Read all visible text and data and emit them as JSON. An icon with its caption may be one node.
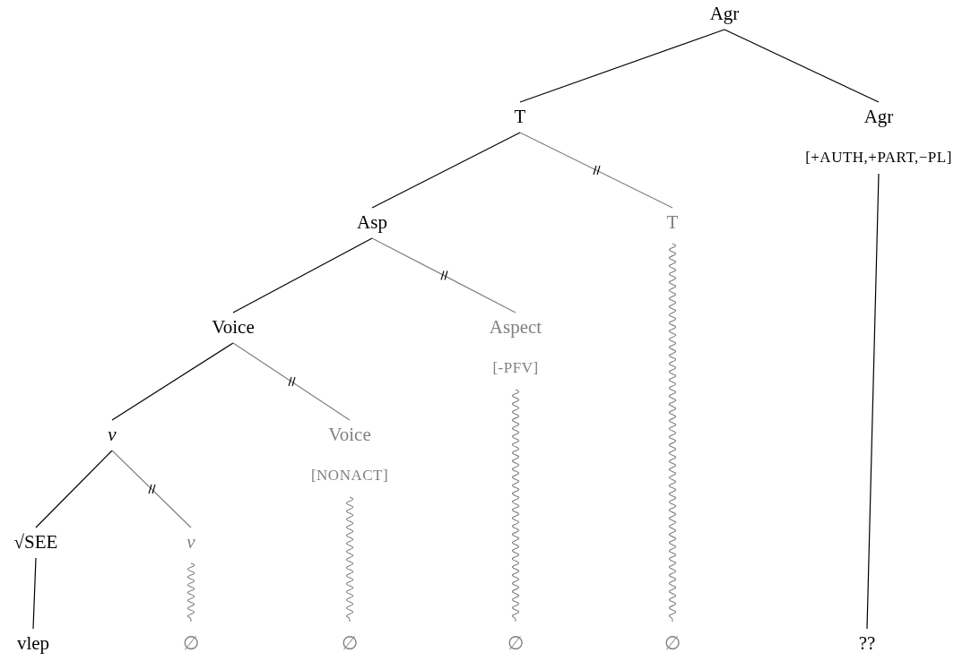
{
  "diagram": {
    "nodes": [
      {
        "text": [
          "Agr"
        ]
      },
      {
        "text": [
          "T"
        ]
      },
      {
        "text": [
          "Agr",
          "[+AUTH,+PART,−PL]"
        ]
      },
      {
        "text": [
          "Asp"
        ]
      },
      {
        "text": [
          "T"
        ]
      },
      {
        "text": [
          "Voice"
        ]
      },
      {
        "text": [
          "Aspect",
          "[-PFV]"
        ]
      },
      {
        "text": [
          "v"
        ]
      },
      {
        "text": [
          "Voice",
          "[NONACT]"
        ]
      },
      {
        "text": [
          "√SEE"
        ]
      },
      {
        "text": [
          "v"
        ]
      },
      {
        "text": [
          "vlep"
        ]
      },
      {
        "text": [
          "∅"
        ]
      },
      {
        "text": [
          "∅"
        ]
      },
      {
        "text": [
          "∅"
        ]
      },
      {
        "text": [
          "∅"
        ]
      },
      {
        "text": [
          "??"
        ]
      }
    ],
    "edges": [
      {
        "from": 0,
        "to": 1,
        "arrow": "none"
      },
      {
        "from": 0,
        "to": 2,
        "arrow": "none"
      },
      {
        "from": 1,
        "to": 3,
        "arrow": "none"
      },
      {
        "from": 1,
        "to": 4,
        "arrow": "none",
        "color": "#808080"
      },
      {
        "from": 3,
        "to": 5,
        "arrow": "none"
      },
      {
        "from": 3,
        "to": 6,
        "arrow": "none",
        "color": "#808080"
      },
      {
        "from": 5,
        "to": 7,
        "arrow": "none"
      },
      {
        "from": 5,
        "to": 8,
        "arrow": "none",
        "color": "#808080"
      },
      {
        "from": 7,
        "to": 9,
        "arrow": "none"
      },
      {
        "from": 7,
        "to": 10,
        "arrow": "none",
        "color": "#808080"
      },
      {
        "from": 9,
        "to": 11,
        "arrow": "none"
      },
      {
        "from": 10,
        "to": 12,
        "arrow": "none",
        "color": "#808080"
      },
      {
        "from": 8,
        "to": 13,
        "arrow": "none",
        "color": "#808080"
      },
      {
        "from": 6,
        "to": 14,
        "arrow": "none",
        "color": "#808080"
      },
      {
        "from": 4,
        "to": 15,
        "arrow": "none",
        "color": "#808080"
      },
      {
        "from": 2,
        "to": 16,
        "arrow": "none"
      }
    ]
  }
}
